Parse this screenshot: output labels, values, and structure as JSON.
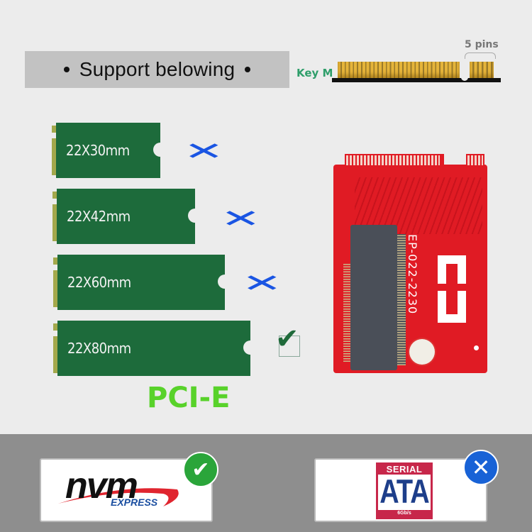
{
  "header": {
    "banner_text": "Support belowing"
  },
  "connector": {
    "key_label": "Key M",
    "pins_label": "5 pins"
  },
  "ssd_sizes": [
    {
      "label": "22X30mm",
      "supported": false,
      "mark": "✕"
    },
    {
      "label": "22X42mm",
      "supported": false,
      "mark": "✕"
    },
    {
      "label": "22X60mm",
      "supported": false,
      "mark": "✕"
    },
    {
      "label": "22X80mm",
      "supported": true,
      "mark": "✔"
    }
  ],
  "interface_label": "PCI-E",
  "adapter_board": {
    "model_code": "EP-022-2230",
    "color": "#e01b24"
  },
  "protocols": [
    {
      "name": "nvm",
      "sub": "EXPRESS",
      "supported": true,
      "status_glyph": "✔",
      "status_color": "#2aa53a"
    },
    {
      "name": "SERIAL",
      "sub": "ATA",
      "speed": "6Gb/s",
      "supported": false,
      "status_glyph": "✕",
      "status_color": "#1862d6"
    }
  ],
  "colors": {
    "card_green": "#1d6b3b",
    "x_blue": "#1a55e3",
    "pcie_green": "#58d22a",
    "key_green": "#2e9e6a"
  }
}
